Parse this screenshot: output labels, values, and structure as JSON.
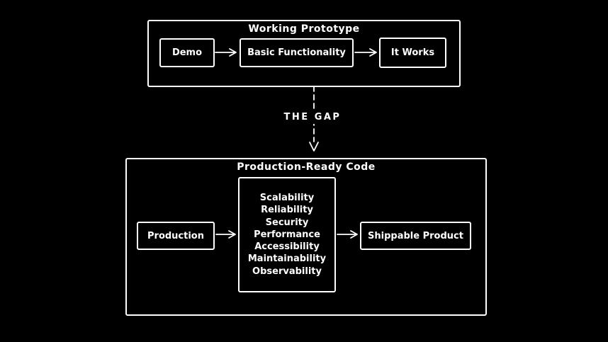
{
  "colors": {
    "background": "#000000",
    "stroke": "#ffffff",
    "text": "#ffffff"
  },
  "top_section": {
    "title": "Working Prototype",
    "nodes": {
      "demo": "Demo",
      "basic_functionality": "Basic Functionality",
      "it_works": "It Works"
    }
  },
  "gap": {
    "label": "THE GAP"
  },
  "bottom_section": {
    "title": "Production-Ready Code",
    "nodes": {
      "production": "Production",
      "shippable_product": "Shippable Product"
    },
    "qualities": [
      "Scalability",
      "Reliability",
      "Security",
      "Performance",
      "Accessibility",
      "Maintainability",
      "Observability"
    ]
  }
}
